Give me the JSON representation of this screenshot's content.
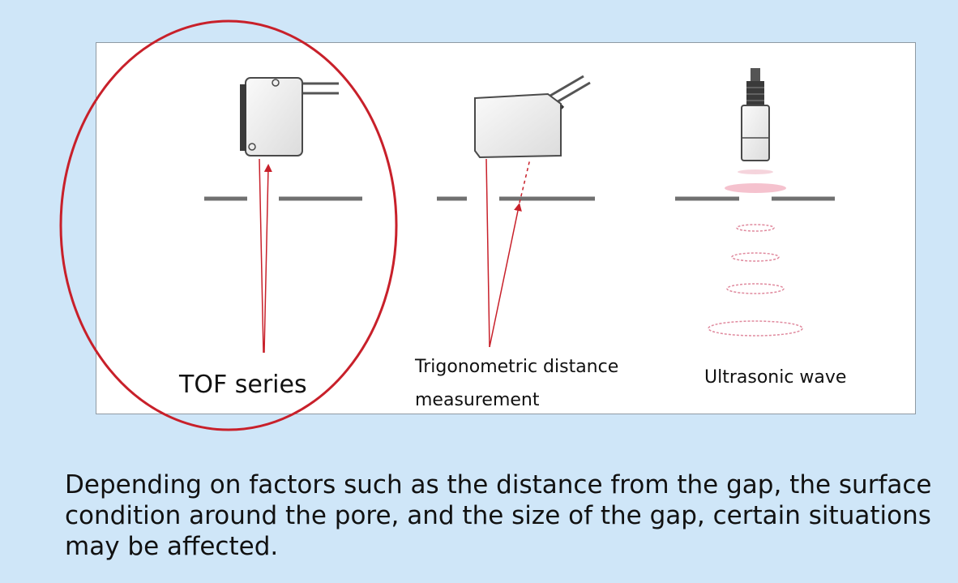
{
  "labels": {
    "tof": "TOF series",
    "trigonometric_line1": "Trigonometric distance",
    "trigonometric_line2": "measurement",
    "ultrasonic": "Ultrasonic wave"
  },
  "caption": "Depending on factors such as the distance from the gap, the surface condition around the pore, and the size of the gap, certain situations may be affected.",
  "colors": {
    "background": "#cfe6f8",
    "panel": "#ffffff",
    "highlight_circle": "#c8202a",
    "beam": "#c8202a",
    "sensor_body": "#f2f2f2",
    "surface": "#707070",
    "ultrasonic_wave": "#e8a0b0"
  },
  "icons": [
    "tof-sensor-icon",
    "triangulation-sensor-icon",
    "ultrasonic-sensor-icon"
  ]
}
